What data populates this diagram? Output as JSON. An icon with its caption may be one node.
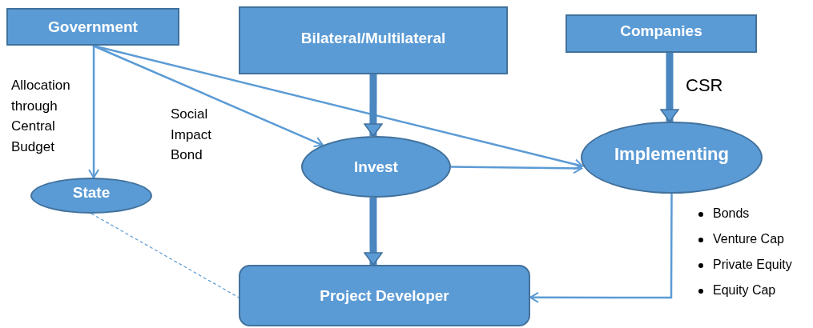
{
  "diagram": {
    "nodes": [
      {
        "text": [
          "Government"
        ]
      },
      {
        "text": [
          "Bilateral/Multilateral"
        ]
      },
      {
        "text": [
          "Companies"
        ]
      },
      {
        "text": [
          "State"
        ]
      },
      {
        "text": [
          "Invest"
        ]
      },
      {
        "text": [
          "Implementing"
        ]
      },
      {
        "text": [
          "Project Developer"
        ]
      }
    ],
    "edges": [
      {
        "from": 0,
        "to": 3,
        "arrow": "to",
        "label": "Allocation through Central Budget"
      },
      {
        "from": 0,
        "to": 4,
        "arrow": "to",
        "label": "Social Impact Bond"
      },
      {
        "from": 0,
        "to": 5,
        "arrow": "to"
      },
      {
        "from": 1,
        "to": 4,
        "arrow": "to",
        "style": "thick"
      },
      {
        "from": 2,
        "to": 5,
        "arrow": "to",
        "style": "thick",
        "label": "CSR"
      },
      {
        "from": 4,
        "to": 5,
        "arrow": "to"
      },
      {
        "from": 4,
        "to": 6,
        "arrow": "to",
        "style": "thick"
      },
      {
        "from": 5,
        "to": 6,
        "arrow": "to"
      },
      {
        "from": 3,
        "to": 6,
        "arrow": "none",
        "style": "dashed"
      }
    ],
    "labels": [
      "Bonds",
      "Venture Cap",
      "Private Equity",
      "Equity Cap"
    ]
  }
}
